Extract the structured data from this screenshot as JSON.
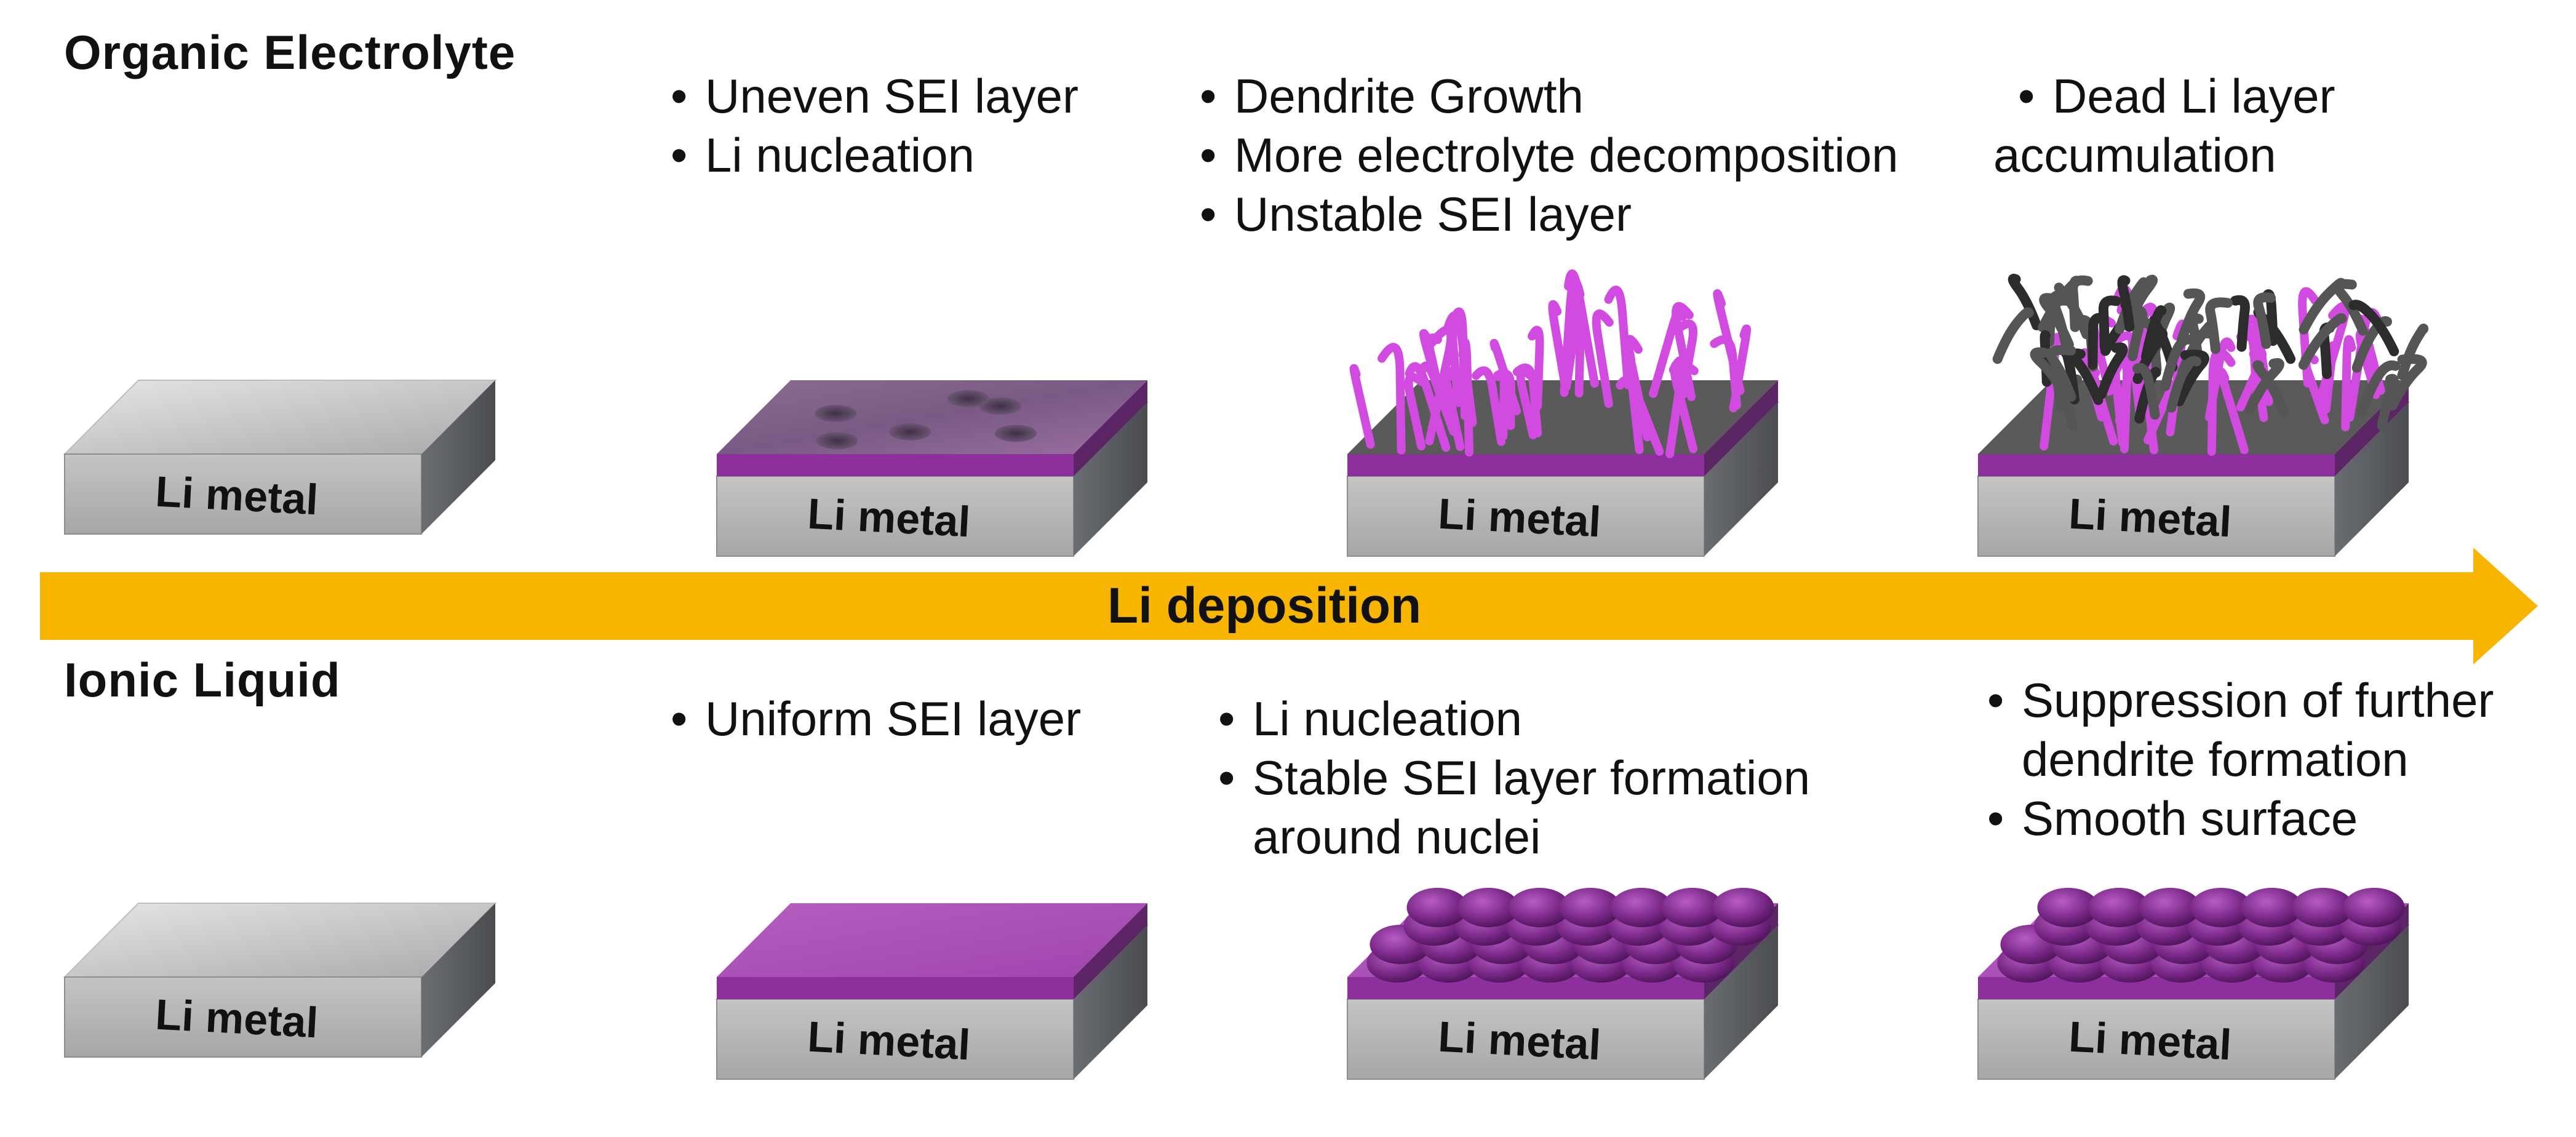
{
  "organic": {
    "title": "Organic Electrolyte",
    "stage2": [
      "Uneven SEI layer",
      "Li nucleation"
    ],
    "stage3": [
      "Dendrite Growth",
      "More electrolyte decomposition",
      "Unstable SEI layer"
    ],
    "stage4_line1": "Dead Li layer",
    "stage4_line2": "accumulation"
  },
  "ionic": {
    "title": "Ionic Liquid",
    "stage2": [
      "Uniform SEI layer"
    ],
    "stage3_line1": "Li nucleation",
    "stage3_line2": "Stable SEI layer formation",
    "stage3_line3": "around nuclei",
    "stage4_line1": "Suppression of further",
    "stage4_line2": "dendrite formation",
    "stage4_line3": "Smooth surface"
  },
  "arrow": {
    "label": "Li deposition",
    "color": "#F7B500"
  },
  "block_label": "Li metal",
  "colors": {
    "metal_top": "#c9c9c9",
    "metal_front": "#b3b3b3",
    "metal_side": "#5c5f63",
    "sei": "#a23fb0",
    "dendrite": "#d24be0",
    "dead_li": "#4a4a4a"
  }
}
